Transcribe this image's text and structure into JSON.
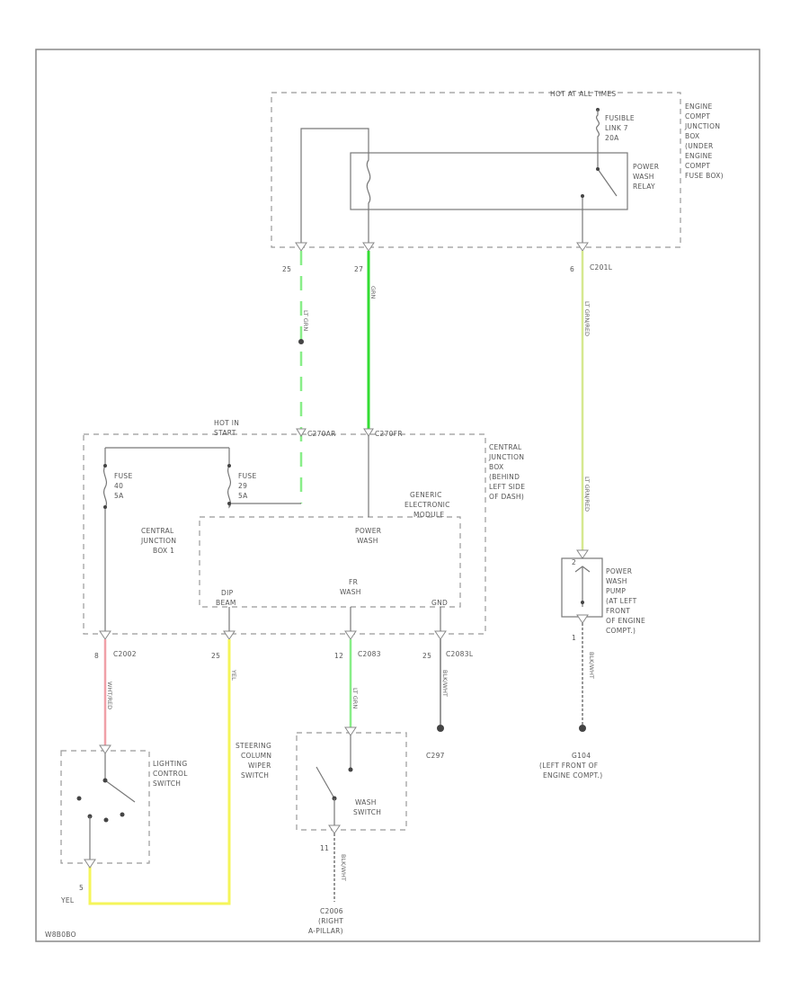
{
  "diagram_id": "W8B0BO",
  "top_box": {
    "header": "HOT AT ALL TIMES",
    "title_lines": [
      "ENGINE",
      "COMPT",
      "JUNCTION",
      "BOX",
      "(UNDER",
      "ENGINE",
      "COMPT",
      "FUSE BOX)"
    ],
    "fusible_link_lines": [
      "FUSIBLE",
      "LINK 7",
      "20A"
    ],
    "relay_lines": [
      "POWER",
      "WASH",
      "RELAY"
    ],
    "pins": [
      "25",
      "27",
      "6"
    ],
    "pump_connector": "C201L"
  },
  "wire_colors_top": {
    "left": "LT GRN",
    "middle": "GRN",
    "right": "LT GRN/RED",
    "right_lower": "LT GRN/RED"
  },
  "central_box": {
    "connector_labels": [
      "C270AR",
      "C270FR"
    ],
    "hot_label_lines": [
      "HOT IN",
      "START"
    ],
    "fuse_left_lines": [
      "FUSE",
      "40",
      "5A"
    ],
    "fuse_right_lines": [
      "FUSE",
      "29",
      "5A"
    ],
    "title_lines": [
      "CENTRAL",
      "JUNCTION",
      "BOX",
      "(BEHIND",
      "LEFT SIDE",
      "OF DASH)"
    ],
    "cjb_label_lines": [
      "CENTRAL",
      "JUNCTION",
      "BOX 1"
    ],
    "gem_lines": [
      "GENERIC",
      "ELECTRONIC",
      "MODULE"
    ],
    "power_wash_lines": [
      "POWER",
      "WASH"
    ],
    "dip_lines": [
      "DIP",
      "BEAM"
    ],
    "fw_wash_lines": [
      "FR",
      "WASH"
    ],
    "gnd_label": "GND"
  },
  "lower_pins": {
    "left": {
      "num": "8",
      "conn": "C2002"
    },
    "mid_left": {
      "num": "25",
      "conn": ""
    },
    "mid": {
      "num": "12",
      "conn": "C2083"
    },
    "right": {
      "num": "25",
      "conn": "C2083L"
    }
  },
  "lower_wire_colors": {
    "left": "WHT/RED",
    "yellow": "YEL",
    "mid": "LT GRN",
    "right": "BLK/WHT",
    "pump_ground": "BLK/WHT"
  },
  "lighting_switch_lines": [
    "LIGHTING",
    "CONTROL",
    "SWITCH"
  ],
  "lighting_pin": "5",
  "yellow_label": "YEL",
  "steering_lines": [
    "STEERING",
    "COLUMN",
    "WIPER",
    "SWITCH"
  ],
  "wash_switch_lines": [
    "WASH",
    "SWITCH"
  ],
  "wash_switch_pin": "11",
  "wash_wire_color": "BLK/WHT",
  "ground_c2_lines": [
    "C2006",
    "(RIGHT",
    "A-PILLAR)"
  ],
  "ground_c297": "C297",
  "pump_lines": [
    "POWER",
    "WASH",
    "PUMP",
    "(AT LEFT",
    "FRONT",
    "OF ENGINE",
    "COMPT.)"
  ],
  "pump_pin": "1",
  "pump_pin_top": "2",
  "ground_pump_lines": [
    "G104",
    "(LEFT FRONT OF",
    "ENGINE COMPT.)"
  ],
  "colors": {
    "green": "#33dd33",
    "light_green": "#88ee88",
    "yellow": "#f5f55a",
    "yellow_green": "#d6e890",
    "pink": "#f0a0a8",
    "line": "#777777"
  }
}
